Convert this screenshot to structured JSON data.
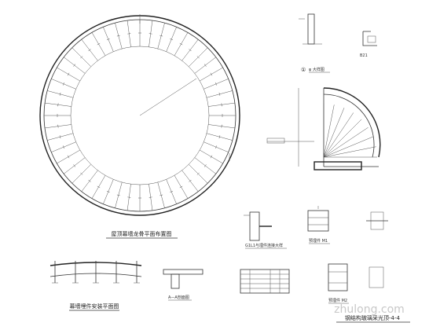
{
  "drawing": {
    "main_plan_title": "屋顶幕墙龙骨平面布置图",
    "bottom_plan_title": "幕墙埋件安装平面图",
    "section_title": "A—A剖面图",
    "connection_caption": "G1L1与埋件连接大样",
    "sheet_title": "钢结构玻璃采光顶-4-4",
    "embed_m1_caption": "预埋件 M1",
    "embed_m2_caption": "预埋件 M2",
    "bolt_caption": "φ 大样图",
    "detail_number": "①",
    "mark_b21": "B21",
    "watermark": "zhulong.com"
  }
}
